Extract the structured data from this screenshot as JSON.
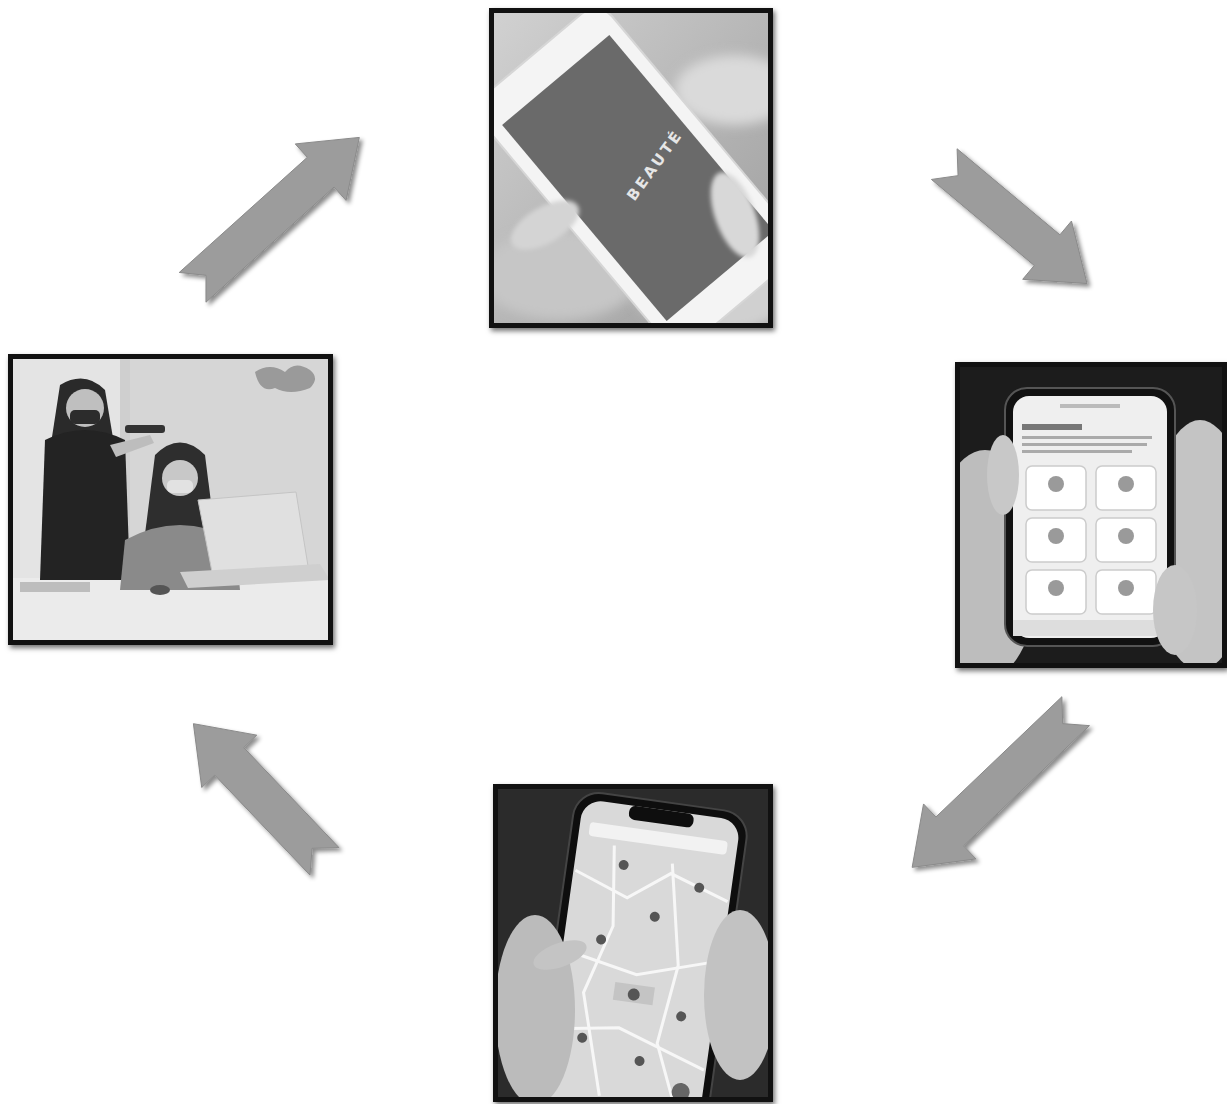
{
  "diagram": {
    "nodes": [
      {
        "text": [
          "BEAUTÉ"
        ]
      },
      {
        "text": []
      },
      {
        "text": []
      },
      {
        "text": []
      }
    ],
    "edges": [
      {
        "from": 0,
        "to": 1,
        "arrow": "to"
      },
      {
        "from": 1,
        "to": 2,
        "arrow": "to"
      },
      {
        "from": 2,
        "to": 3,
        "arrow": "to"
      },
      {
        "from": 3,
        "to": 0,
        "arrow": "to"
      }
    ]
  }
}
